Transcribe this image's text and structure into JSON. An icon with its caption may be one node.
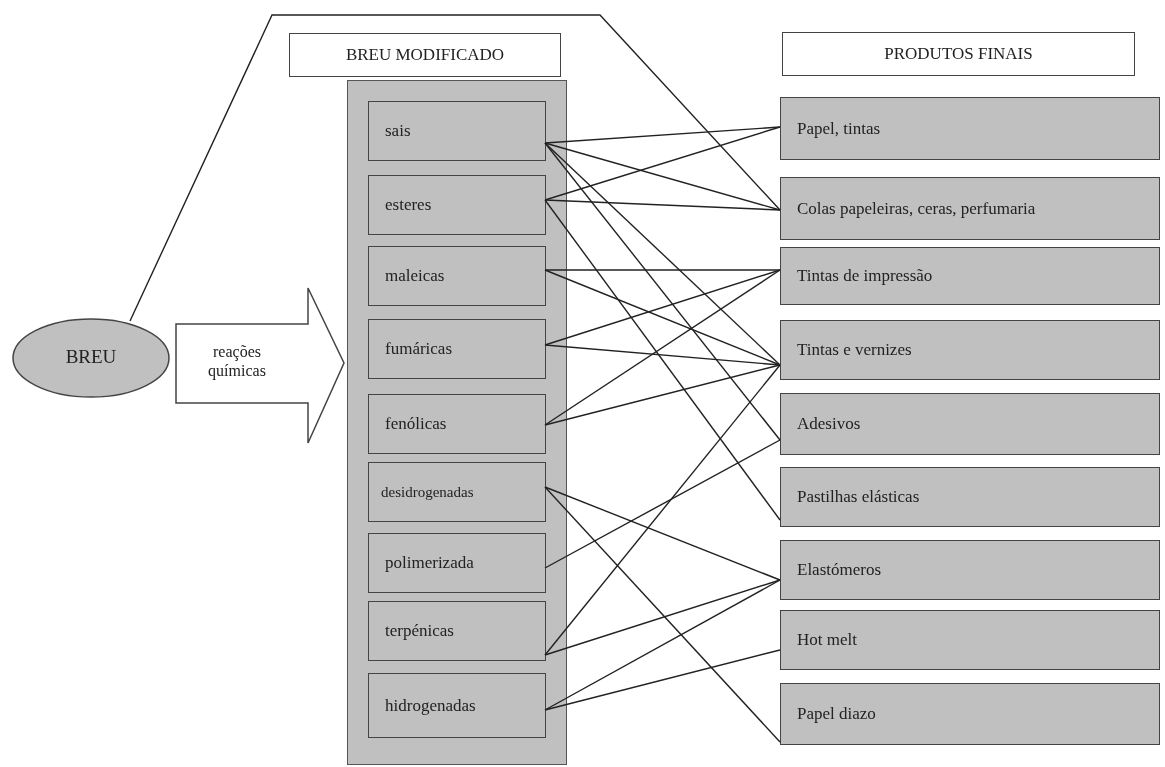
{
  "diagram": {
    "nodes": [
      {
        "text": [
          "BREU"
        ]
      },
      {
        "text": [
          "BREU MODIFICADO"
        ]
      },
      {
        "text": [
          "sais"
        ],
        "in": 1
      },
      {
        "text": [
          "esteres"
        ],
        "in": 1
      },
      {
        "text": [
          "maleicas"
        ],
        "in": 1
      },
      {
        "text": [
          "fumáricas"
        ],
        "in": 1
      },
      {
        "text": [
          "fenólicas"
        ],
        "in": 1
      },
      {
        "text": [
          "desidrogenadas"
        ],
        "in": 1
      },
      {
        "text": [
          "polimerizada"
        ],
        "in": 1
      },
      {
        "text": [
          "terpénicas"
        ],
        "in": 1
      },
      {
        "text": [
          "hidrogenadas"
        ],
        "in": 1
      },
      {
        "text": [
          "PRODUTOS FINAIS"
        ]
      },
      {
        "text": [
          "Papel, tintas"
        ]
      },
      {
        "text": [
          "Colas papeleiras, ceras, perfumaria"
        ]
      },
      {
        "text": [
          "Tintas de impressão"
        ]
      },
      {
        "text": [
          "Tintas e vernizes"
        ]
      },
      {
        "text": [
          "Adesivos"
        ]
      },
      {
        "text": [
          "Pastilhas elásticas"
        ]
      },
      {
        "text": [
          "Elastómeros"
        ]
      },
      {
        "text": [
          "Hot melt"
        ]
      },
      {
        "text": [
          "Papel diazo"
        ]
      }
    ],
    "edges": [
      {
        "from": 0,
        "to": 1,
        "arrow": "to",
        "label": "reações químicas",
        "style": "thick"
      },
      {
        "from": 0,
        "to": 13,
        "arrow": "none"
      },
      {
        "from": 2,
        "to": 12,
        "arrow": "none"
      },
      {
        "from": 2,
        "to": 13,
        "arrow": "none"
      },
      {
        "from": 2,
        "to": 15,
        "arrow": "none"
      },
      {
        "from": 2,
        "to": 16,
        "arrow": "none"
      },
      {
        "from": 3,
        "to": 12,
        "arrow": "none"
      },
      {
        "from": 3,
        "to": 13,
        "arrow": "none"
      },
      {
        "from": 3,
        "to": 17,
        "arrow": "none"
      },
      {
        "from": 4,
        "to": 14,
        "arrow": "none"
      },
      {
        "from": 4,
        "to": 15,
        "arrow": "none"
      },
      {
        "from": 5,
        "to": 14,
        "arrow": "none"
      },
      {
        "from": 5,
        "to": 15,
        "arrow": "none"
      },
      {
        "from": 6,
        "to": 14,
        "arrow": "none"
      },
      {
        "from": 6,
        "to": 15,
        "arrow": "none"
      },
      {
        "from": 7,
        "to": 18,
        "arrow": "none"
      },
      {
        "from": 7,
        "to": 20,
        "arrow": "none"
      },
      {
        "from": 8,
        "to": 16,
        "arrow": "none"
      },
      {
        "from": 9,
        "to": 15,
        "arrow": "none"
      },
      {
        "from": 9,
        "to": 18,
        "arrow": "none"
      },
      {
        "from": 10,
        "to": 18,
        "arrow": "none"
      },
      {
        "from": 10,
        "to": 19,
        "arrow": "none"
      }
    ]
  }
}
